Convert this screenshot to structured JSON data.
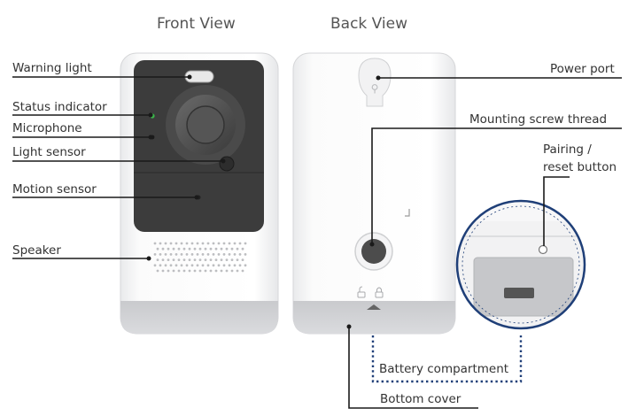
{
  "views": {
    "front_title": "Front View",
    "back_title": "Back View"
  },
  "callouts": {
    "warning_light": "Warning light",
    "status_indicator": "Status indicator",
    "microphone": "Microphone",
    "light_sensor": "Light sensor",
    "motion_sensor": "Motion sensor",
    "speaker": "Speaker",
    "power_port": "Power port",
    "mounting_screw_thread": "Mounting screw thread",
    "pairing_reset_line1": "Pairing /",
    "pairing_reset_line2": "reset button",
    "battery_compartment": "Battery compartment",
    "bottom_cover": "Bottom cover"
  },
  "colors": {
    "leader_line": "#1a1a1a",
    "battery_dotted_line": "#1f3f78",
    "zoom_ring": "#1f3f78",
    "status_led": "#3bb54a",
    "camera_face": "#3c3c3c"
  }
}
